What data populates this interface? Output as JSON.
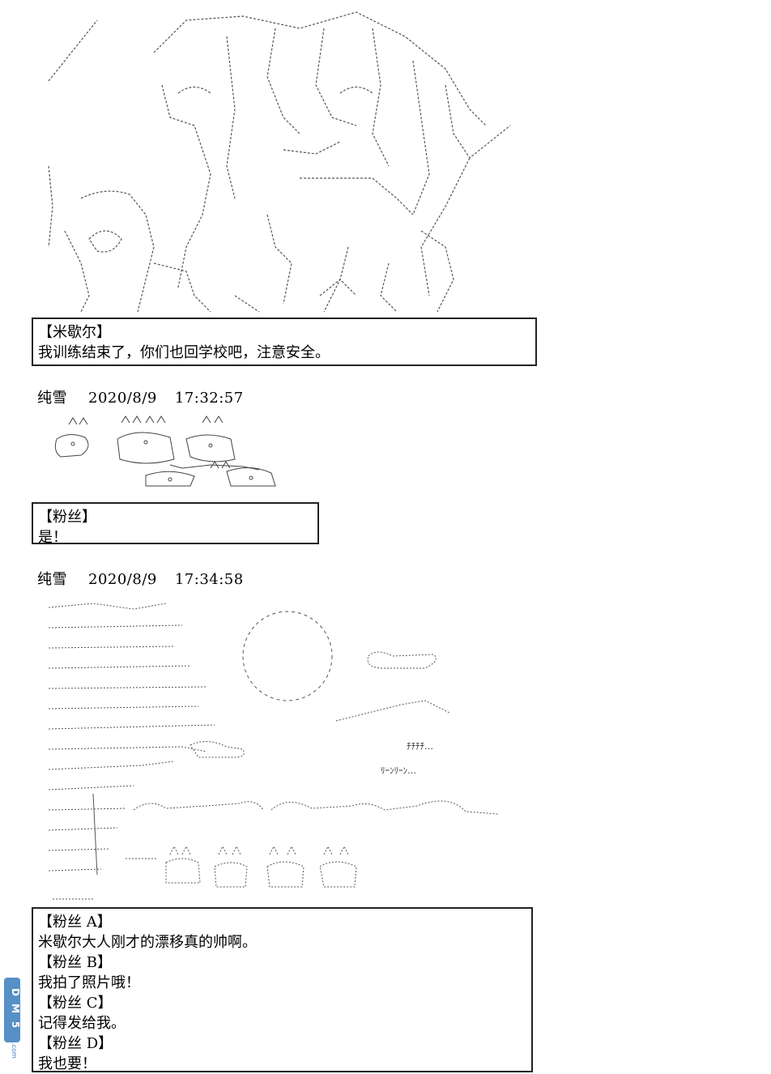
{
  "panel1": {
    "speaker": "【米歇尔】",
    "line": "我训练结束了，你们也回学校吧，注意安全。"
  },
  "post1": {
    "author": "纯雪",
    "date": "2020/8/9",
    "time": "17:32:57"
  },
  "panel2": {
    "speaker": "【粉丝】",
    "line": "是！"
  },
  "post2": {
    "author": "纯雪",
    "date": "2020/8/9",
    "time": "17:34:58"
  },
  "panel3": {
    "lines": [
      {
        "speaker": "【粉丝 A】",
        "text": "米歇尔大人刚才的漂移真的帅啊。"
      },
      {
        "speaker": "【粉丝 B】",
        "text": "我拍了照片哦！"
      },
      {
        "speaker": "【粉丝 C】",
        "text": "记得发给我。"
      },
      {
        "speaker": "【粉丝 D】",
        "text": "我也要！"
      }
    ]
  },
  "sfx": {
    "cicada": "ﾁﾁﾁﾁ…",
    "bell": "ﾘｰﾝﾘｰﾝ…"
  },
  "watermark": "DM5.com"
}
